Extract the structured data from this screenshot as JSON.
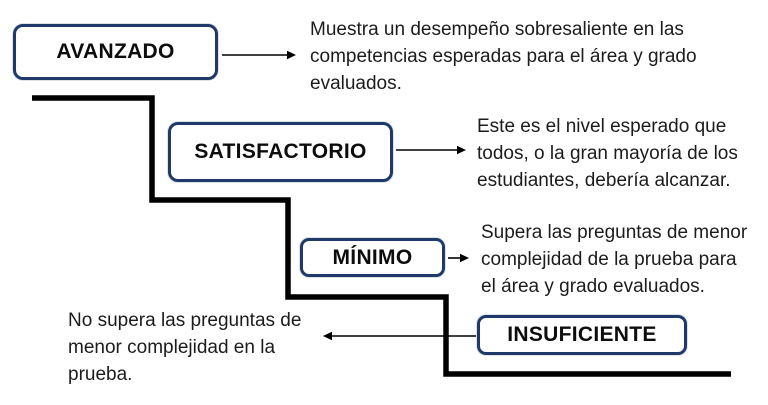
{
  "diagram": {
    "levels": [
      {
        "label": "AVANZADO",
        "description": [
          "Muestra un desempeño sobresaliente en las",
          "competencias esperadas para el área y grado",
          "evaluados."
        ]
      },
      {
        "label": "SATISFACTORIO",
        "description": [
          "Este es el nivel esperado que",
          "todos, o la gran mayoría de los",
          "estudiantes, debería alcanzar."
        ]
      },
      {
        "label": "MÍNIMO",
        "description": [
          "Supera las preguntas de menor",
          "complejidad de la prueba para",
          "el área y grado evaluados."
        ]
      },
      {
        "label": "INSUFICIENTE",
        "description": [
          "No supera las preguntas de",
          "menor complejidad en la",
          "prueba."
        ]
      }
    ],
    "colors": {
      "box_border": "#1f3a68",
      "stair_line": "#000000",
      "text": "#1c1c1c",
      "background": "#ffffff"
    }
  }
}
